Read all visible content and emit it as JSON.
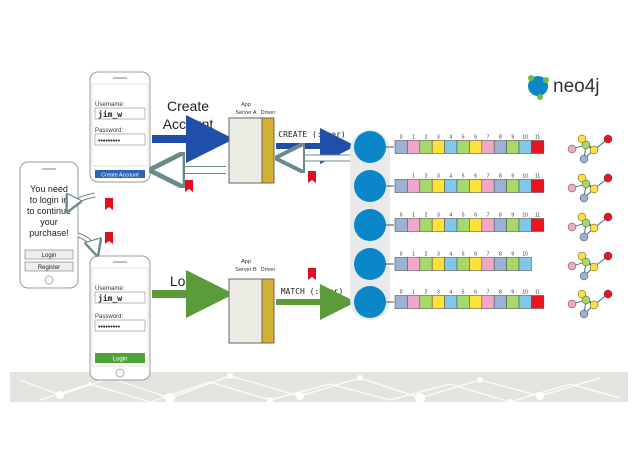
{
  "logo": {
    "text": "neo4j"
  },
  "phone_signup": {
    "username_label": "Username:",
    "username_value": "jim_w",
    "password_label": "Password:",
    "password_value": "•••••••••",
    "button_label": "Create Account"
  },
  "phone_prompt": {
    "message_lines": [
      "You need",
      "to login in",
      "to continue",
      "your",
      "purchase!"
    ],
    "login_label": "Login",
    "register_label": "Register"
  },
  "phone_login": {
    "username_label": "Username:",
    "username_value": "jim_w",
    "password_label": "Password:",
    "password_value": "•••••••••",
    "button_label": "Login"
  },
  "actions": {
    "create_account": [
      "Create",
      "Account"
    ],
    "login": "Login"
  },
  "servers": [
    {
      "app_label": [
        "App",
        "Server A"
      ],
      "driver_label": "Driver",
      "query": "CREATE (:User)"
    },
    {
      "app_label": [
        "App",
        "Server B"
      ],
      "driver_label": "Driver",
      "query": "MATCH (:User)"
    }
  ],
  "partitions": {
    "rows": [
      {
        "labels": [
          "0",
          "1",
          "2",
          "3",
          "4",
          "5",
          "6",
          "7",
          "8",
          "9",
          "10",
          "11"
        ],
        "colors": [
          "#9ab3d5",
          "#f2a6c8",
          "#a6d96a",
          "#ffe13b",
          "#7fc8e8",
          "#a6d96a",
          "#ffe13b",
          "#f2a6c8",
          "#9ab3d5",
          "#a6d96a",
          "#7fc8e8",
          "#e8141f"
        ]
      },
      {
        "labels": [
          "",
          "1",
          "2",
          "3",
          "4",
          "5",
          "6",
          "7",
          "8",
          "9",
          "10",
          "11"
        ],
        "colors": [
          "#9ab3d5",
          "#f2a6c8",
          "#a6d96a",
          "#ffe13b",
          "#7fc8e8",
          "#a6d96a",
          "#ffe13b",
          "#f2a6c8",
          "#9ab3d5",
          "#a6d96a",
          "#7fc8e8",
          "#e8141f"
        ]
      },
      {
        "labels": [
          "0",
          "1",
          "2",
          "3",
          "4",
          "5",
          "6",
          "7",
          "8",
          "9",
          "10",
          "11"
        ],
        "colors": [
          "#9ab3d5",
          "#f2a6c8",
          "#a6d96a",
          "#ffe13b",
          "#7fc8e8",
          "#a6d96a",
          "#ffe13b",
          "#f2a6c8",
          "#9ab3d5",
          "#a6d96a",
          "#7fc8e8",
          "#e8141f"
        ]
      },
      {
        "labels": [
          "0",
          "1",
          "2",
          "3",
          "4",
          "5",
          "6",
          "7",
          "8",
          "9",
          "10"
        ],
        "colors": [
          "#9ab3d5",
          "#f2a6c8",
          "#a6d96a",
          "#ffe13b",
          "#7fc8e8",
          "#a6d96a",
          "#ffe13b",
          "#f2a6c8",
          "#9ab3d5",
          "#a6d96a",
          "#7fc8e8"
        ]
      },
      {
        "labels": [
          "0",
          "1",
          "2",
          "3",
          "4",
          "5",
          "6",
          "7",
          "8",
          "9",
          "10",
          "11"
        ],
        "colors": [
          "#9ab3d5",
          "#f2a6c8",
          "#a6d96a",
          "#ffe13b",
          "#7fc8e8",
          "#a6d96a",
          "#ffe13b",
          "#f2a6c8",
          "#9ab3d5",
          "#a6d96a",
          "#7fc8e8",
          "#e8141f"
        ]
      }
    ]
  },
  "colors": {
    "blue_arrow": "#1f4fa8",
    "green_arrow": "#5c9b3a",
    "cluster_node": "#0a86c9",
    "driver": "#d4b030",
    "bookmark": "#e01020"
  }
}
